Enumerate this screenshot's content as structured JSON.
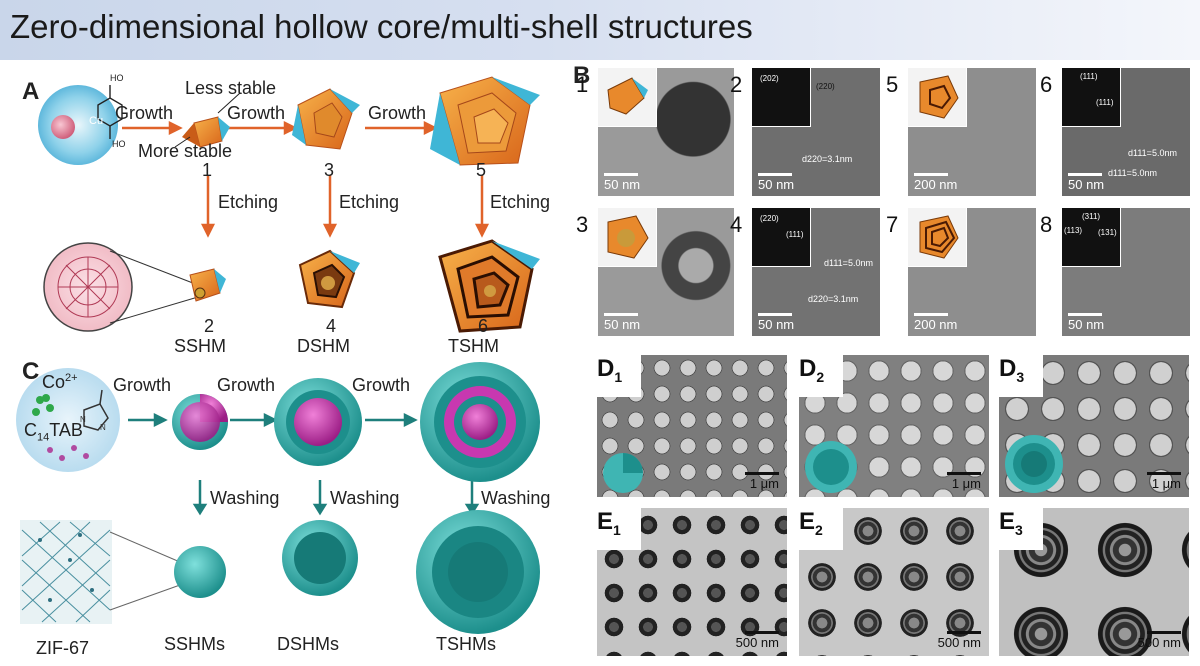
{
  "title": "Zero-dimensional hollow core/multi-shell structures",
  "panelA": {
    "letter": "A",
    "reagent_label": "Cu",
    "plus": "+",
    "less_stable": "Less stable",
    "more_stable": "More stable",
    "growth": "Growth",
    "etching": "Etching",
    "stages_top": [
      "1",
      "3",
      "5"
    ],
    "stages_bottom": [
      "2",
      "4",
      "6"
    ],
    "names": [
      "SSHM",
      "DSHM",
      "TSHM"
    ]
  },
  "panelB": {
    "letter": "B",
    "tiles": [
      {
        "num": "1",
        "scale": "50 nm"
      },
      {
        "num": "2",
        "scale": "50 nm",
        "fft": [
          "(202)",
          "(220)"
        ],
        "d": "d220=3.1nm"
      },
      {
        "num": "5",
        "scale": "200 nm"
      },
      {
        "num": "6",
        "scale": "50 nm",
        "fft": [
          "(111)",
          "(111)"
        ],
        "d": "d111=5.0nm",
        "d2": "d111=5.0nm"
      },
      {
        "num": "3",
        "scale": "50 nm"
      },
      {
        "num": "4",
        "scale": "50 nm",
        "fft": [
          "(220)",
          "(111)"
        ],
        "d": "d111=5.0nm",
        "d2": "d220=3.1nm"
      },
      {
        "num": "7",
        "scale": "200 nm"
      },
      {
        "num": "8",
        "scale": "50 nm",
        "fft": [
          "(311)",
          "(113)",
          "(131)"
        ]
      }
    ]
  },
  "panelC": {
    "letter": "C",
    "co_label": "Co",
    "co_sup": "2+",
    "tab_label": "C",
    "tab_sub": "14",
    "tab_rest": "TAB",
    "growth": "Growth",
    "washing": "Washing",
    "zif": "ZIF-67",
    "names": [
      "SSHMs",
      "DSHMs",
      "TSHMs"
    ]
  },
  "panelD": [
    {
      "letter": "D",
      "sub": "1",
      "scale": "1 μm"
    },
    {
      "letter": "D",
      "sub": "2",
      "scale": "1 μm"
    },
    {
      "letter": "D",
      "sub": "3",
      "scale": "1 μm"
    }
  ],
  "panelE": [
    {
      "letter": "E",
      "sub": "1",
      "scale": "500 nm"
    },
    {
      "letter": "E",
      "sub": "2",
      "scale": "500 nm"
    },
    {
      "letter": "E",
      "sub": "3",
      "scale": "500 nm"
    }
  ]
}
